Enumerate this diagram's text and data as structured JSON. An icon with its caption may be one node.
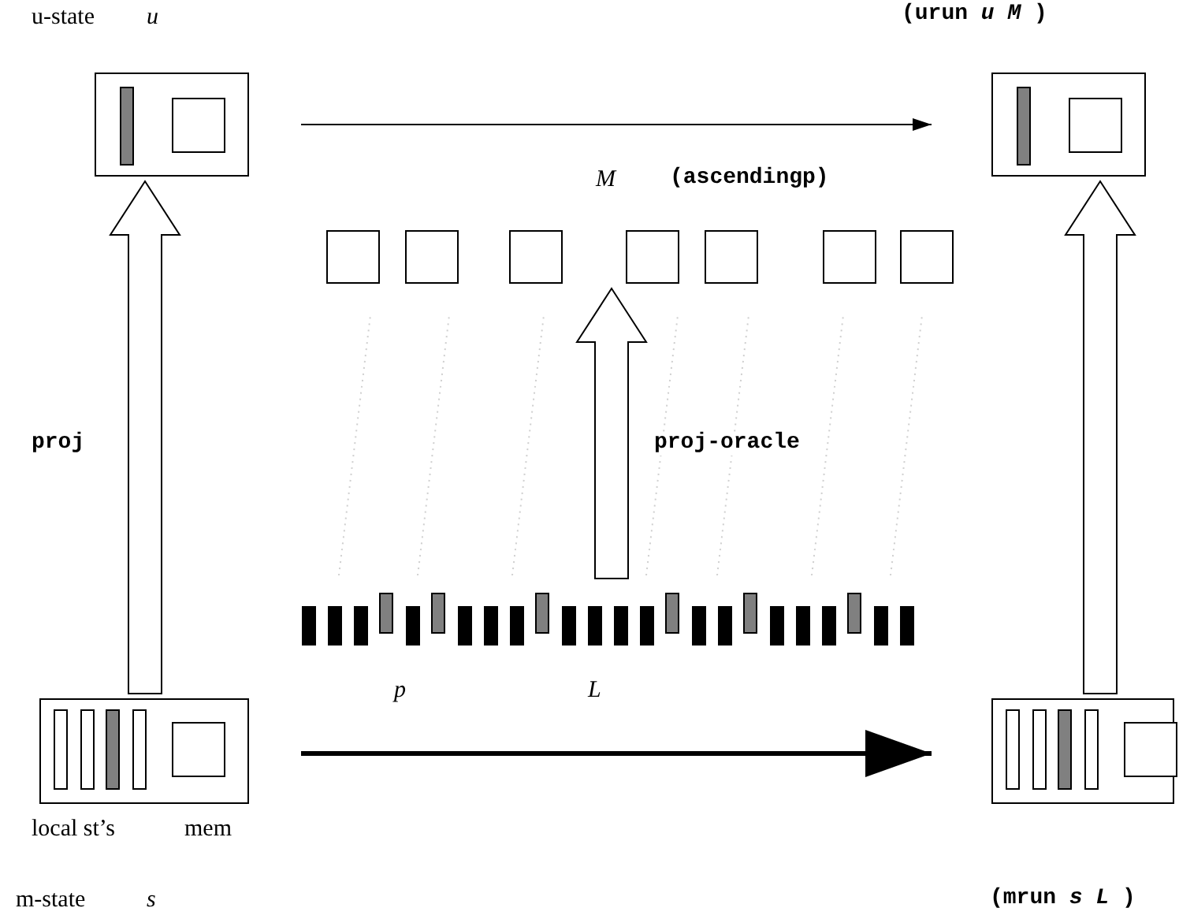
{
  "diagram": {
    "nodes": [
      {
        "text": [],
        "shape": "box",
        "beside": [
          "u-state",
          "u"
        ]
      },
      {
        "text": [],
        "shape": "box",
        "beside": [
          "**(urun** *u* *M* **)**"
        ]
      },
      {
        "text": [],
        "shape": "box",
        "beside": [
          "M",
          "(ascendingp)"
        ]
      },
      {
        "text": [],
        "shape": "bar",
        "beside": [
          "p",
          "L"
        ]
      },
      {
        "text": [],
        "shape": "box",
        "beside": [
          "local st’s",
          "mem",
          "m-state",
          "s"
        ]
      },
      {
        "text": [],
        "shape": "box",
        "beside": [
          "**(mrun** *s* *L* **)**"
        ]
      }
    ],
    "edges": [
      {
        "from": 0,
        "to": 1,
        "arrow": "to"
      },
      {
        "from": 4,
        "to": 5,
        "arrow": "to",
        "style": "thick"
      },
      {
        "from": 4,
        "to": 0,
        "arrow": "to",
        "style": "thick",
        "label": "proj"
      },
      {
        "from": 3,
        "to": 2,
        "arrow": "to",
        "style": "thick",
        "label": "proj-oracle"
      },
      {
        "from": 5,
        "to": 1,
        "arrow": "to",
        "style": "thick"
      }
    ]
  }
}
